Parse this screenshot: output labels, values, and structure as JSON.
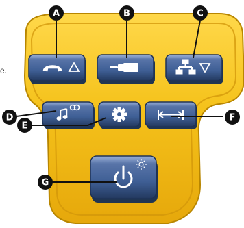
{
  "stray_text": "e.",
  "callouts": [
    {
      "id": "a",
      "label": "A",
      "target": "phone button"
    },
    {
      "id": "b",
      "label": "B",
      "target": "connector button"
    },
    {
      "id": "c",
      "label": "C",
      "target": "network button"
    },
    {
      "id": "d",
      "label": "D",
      "target": "tone button"
    },
    {
      "id": "e",
      "label": "E",
      "target": "settings button"
    },
    {
      "id": "f",
      "label": "F",
      "target": "length button"
    },
    {
      "id": "g",
      "label": "G",
      "target": "power button"
    }
  ],
  "buttons": [
    {
      "id": "phone",
      "icon": "phone-handset-icon",
      "symbol": "△"
    },
    {
      "id": "connector",
      "icon": "cable-connector-icon"
    },
    {
      "id": "network",
      "icon": "network-icon",
      "symbol": "▽"
    },
    {
      "id": "tone",
      "icon": "music-note-icon",
      "symbol": "∞"
    },
    {
      "id": "settings",
      "icon": "gear-icon"
    },
    {
      "id": "length",
      "icon": "length-arrow-icon"
    },
    {
      "id": "power",
      "icon": "power-icon",
      "symbol": "light"
    }
  ],
  "colors": {
    "housing": "#f5c21b",
    "housing_edge": "#b88600",
    "bezel": "#e9a90c",
    "button": "#3f5f95",
    "button_light": "#8fa8d2",
    "button_dark": "#233a63",
    "callout": "#111111",
    "icon": "#ffffff"
  }
}
